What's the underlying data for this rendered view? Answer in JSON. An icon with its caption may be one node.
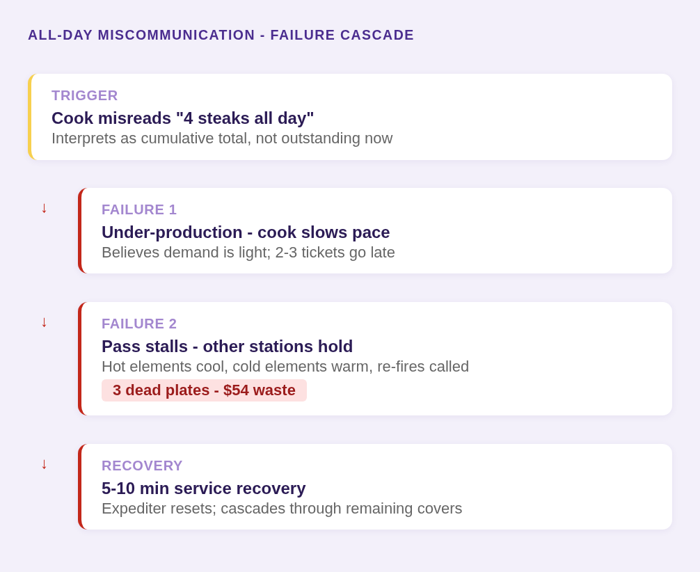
{
  "diagram": {
    "title": "ALL-DAY MISCOMMUNICATION - FAILURE CASCADE",
    "nodes": [
      {
        "text": [
          "TRIGGER",
          "Cook misreads \"4 steaks all day\"",
          "Interprets as cumulative total, not outstanding now"
        ]
      },
      {
        "text": [
          "FAILURE 1",
          "Under-production - cook slows pace",
          "Believes demand is light; 2-3 tickets go late"
        ],
        "beside": [
          "↓"
        ]
      },
      {
        "text": [
          "FAILURE 2",
          "Pass stalls - other stations hold",
          "Hot elements cool, cold elements warm, re-fires called"
        ],
        "beside": [
          "↓"
        ]
      },
      {
        "text": [
          "3 dead plates - $54 waste"
        ],
        "in": 2
      },
      {
        "text": [
          "RECOVERY",
          "5-10 min service recovery",
          "Expediter resets; cascades through remaining covers"
        ],
        "beside": [
          "↓"
        ]
      }
    ]
  }
}
